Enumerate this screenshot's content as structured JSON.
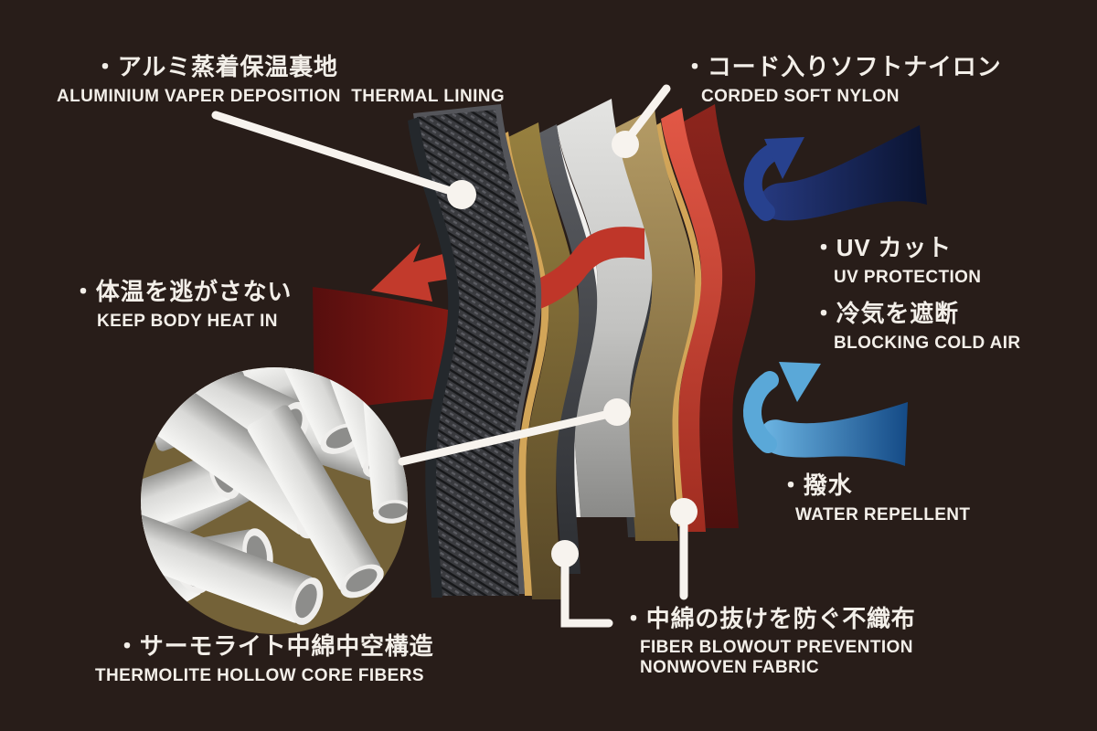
{
  "diagram": {
    "description": "Exploded fabric-layer infographic with Japanese and English feature labels",
    "labels": {
      "thermal_lining": {
        "jp": "・アルミ蒸着保温裏地",
        "en": "ALUMINIUM VAPER DEPOSITION  THERMAL LINING"
      },
      "corded_nylon": {
        "jp": "・コード入りソフトナイロン",
        "en": "CORDED SOFT NYLON"
      },
      "uv_protection": {
        "jp": "・UV カット",
        "en": "UV PROTECTION"
      },
      "blocking_cold_air": {
        "jp": "・冷気を遮断",
        "en": "BLOCKING COLD AIR"
      },
      "keep_body_heat": {
        "jp": "・体温を逃がさない",
        "en": "KEEP BODY HEAT IN"
      },
      "water_repellent": {
        "jp": "・撥水",
        "en": "WATER REPELLENT"
      },
      "nonwoven_fabric": {
        "jp": "・中綿の抜けを防ぐ不織布",
        "en_line1": "FIBER BLOWOUT PREVENTION",
        "en_line2": "NONWOVEN FABRIC"
      },
      "thermolite": {
        "jp": "・サーモライト中綿中空構造",
        "en": "THERMOLITE HOLLOW CORE FIBERS"
      }
    },
    "colors": {
      "background": "#281d19",
      "text": "#f3efe9",
      "callout_white": "#f7f3ee",
      "heat_arrow_red": "#c23a2c",
      "heat_band_dark_red": "#6b1212",
      "uv_arrow_navy": "#1d2f6e",
      "cold_air_blue": "#5aa8d8",
      "outer_shell_red": "#d8473a",
      "gold_edge": "#d2a558",
      "insulation_silver": "#c9c9c9",
      "lining_mesh_dark": "#3a3b3f",
      "fiber_circle_olive": "#746238"
    }
  }
}
